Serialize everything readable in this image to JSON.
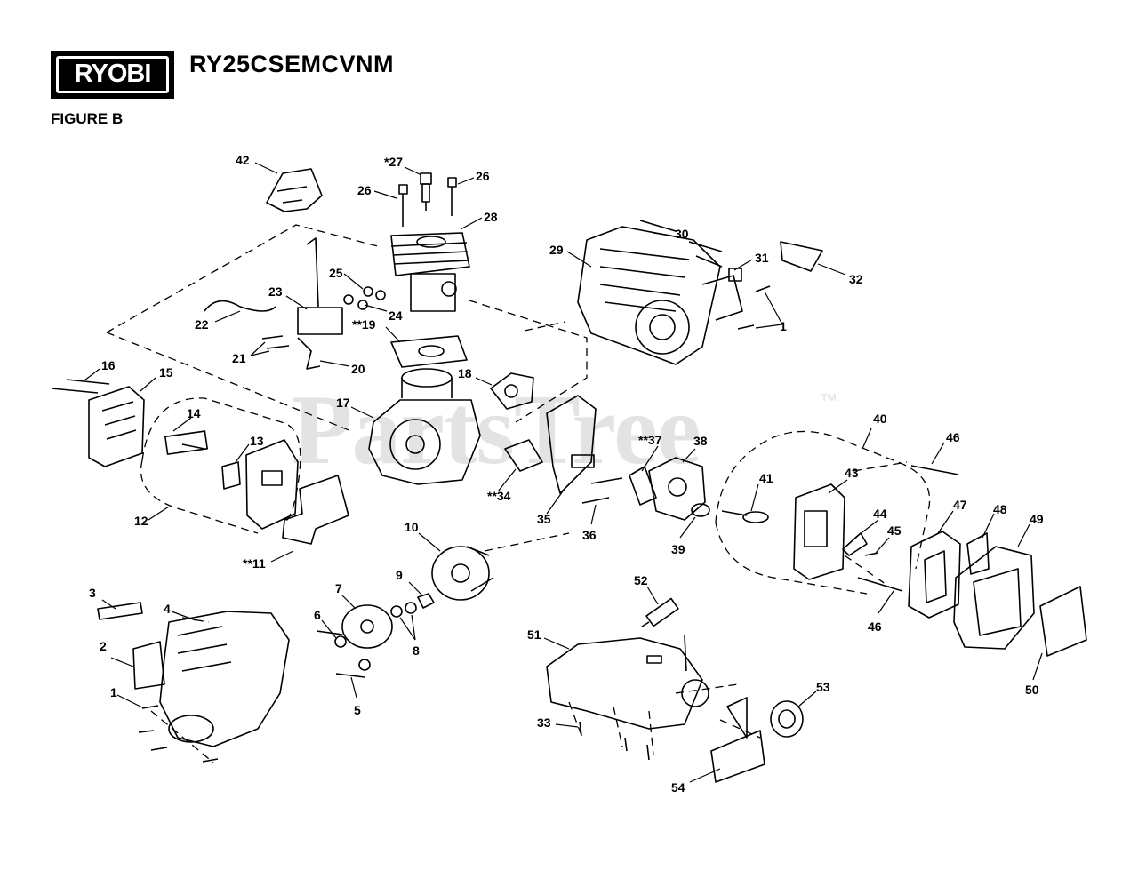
{
  "header": {
    "brand_logo_text": "RYOBI",
    "model": "RY25CSEMCVNM",
    "figure_label": "FIGURE B"
  },
  "watermark": {
    "text": "PartsTree",
    "trademark": "™"
  },
  "callouts": [
    {
      "key": "c42",
      "text": "42"
    },
    {
      "key": "c27",
      "text": "*27"
    },
    {
      "key": "c26a",
      "text": "26"
    },
    {
      "key": "c26b",
      "text": "26"
    },
    {
      "key": "c28",
      "text": "28"
    },
    {
      "key": "c30",
      "text": "30"
    },
    {
      "key": "c29",
      "text": "29"
    },
    {
      "key": "c31",
      "text": "31"
    },
    {
      "key": "c32",
      "text": "32"
    },
    {
      "key": "c1a",
      "text": "1"
    },
    {
      "key": "c25",
      "text": "25"
    },
    {
      "key": "c23",
      "text": "23"
    },
    {
      "key": "c24",
      "text": "24"
    },
    {
      "key": "c22",
      "text": "22"
    },
    {
      "key": "c19",
      "text": "**19"
    },
    {
      "key": "c21",
      "text": "21"
    },
    {
      "key": "c20",
      "text": "20"
    },
    {
      "key": "c16",
      "text": "16"
    },
    {
      "key": "c15",
      "text": "15"
    },
    {
      "key": "c18",
      "text": "18"
    },
    {
      "key": "c17",
      "text": "17"
    },
    {
      "key": "c14",
      "text": "14"
    },
    {
      "key": "c13",
      "text": "13"
    },
    {
      "key": "c12",
      "text": "12"
    },
    {
      "key": "c11",
      "text": "**11"
    },
    {
      "key": "c40",
      "text": "40"
    },
    {
      "key": "c46a",
      "text": "46"
    },
    {
      "key": "c37",
      "text": "**37"
    },
    {
      "key": "c38",
      "text": "38"
    },
    {
      "key": "c34",
      "text": "**34"
    },
    {
      "key": "c41",
      "text": "41"
    },
    {
      "key": "c43",
      "text": "43"
    },
    {
      "key": "c35",
      "text": "35"
    },
    {
      "key": "c36",
      "text": "36"
    },
    {
      "key": "c39",
      "text": "39"
    },
    {
      "key": "c44",
      "text": "44"
    },
    {
      "key": "c45",
      "text": "45"
    },
    {
      "key": "c47",
      "text": "47"
    },
    {
      "key": "c48",
      "text": "48"
    },
    {
      "key": "c49",
      "text": "49"
    },
    {
      "key": "c46b",
      "text": "46"
    },
    {
      "key": "c10",
      "text": "10"
    },
    {
      "key": "c9",
      "text": "9"
    },
    {
      "key": "c7",
      "text": "7"
    },
    {
      "key": "c3",
      "text": "3"
    },
    {
      "key": "c4",
      "text": "4"
    },
    {
      "key": "c6",
      "text": "6"
    },
    {
      "key": "c8",
      "text": "8"
    },
    {
      "key": "c2",
      "text": "2"
    },
    {
      "key": "c1b",
      "text": "1"
    },
    {
      "key": "c5",
      "text": "5"
    },
    {
      "key": "c52",
      "text": "52"
    },
    {
      "key": "c51",
      "text": "51"
    },
    {
      "key": "c53",
      "text": "53"
    },
    {
      "key": "c50",
      "text": "50"
    },
    {
      "key": "c33",
      "text": "33"
    },
    {
      "key": "c54",
      "text": "54"
    }
  ]
}
